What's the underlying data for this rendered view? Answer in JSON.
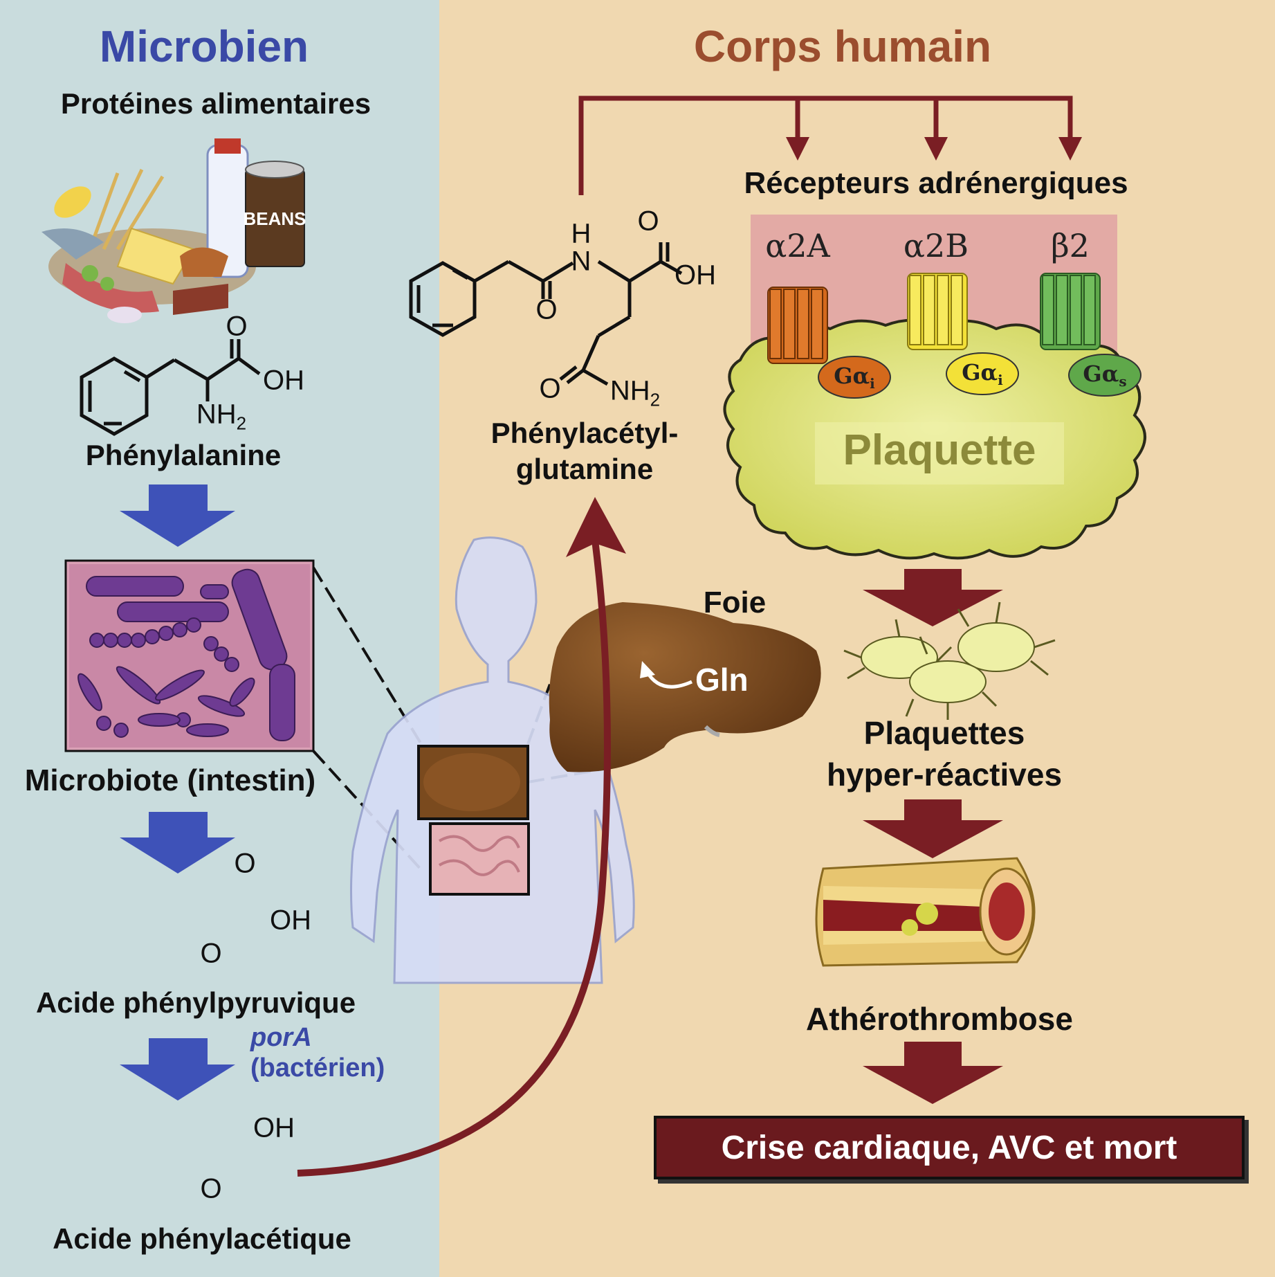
{
  "panels": {
    "left_title": "Microbien",
    "right_title": "Corps humain"
  },
  "microbial": {
    "dietary_proteins": "Protéines alimentaires",
    "phenylalanine": "Phénylalanine",
    "microbiota": "Microbiote (intestin)",
    "phenylpyruvic": "Acide phénylpyruvique",
    "pora_gene": "porA",
    "pora_source": "(bactérien)",
    "phenylacetic": "Acide phénylacétique",
    "food_can_label": "BEANS"
  },
  "human": {
    "pag_line1": "Phénylacétyl-",
    "pag_line2": "glutamine",
    "liver": "Foie",
    "gln": "Gln",
    "receptors_title": "Récepteurs adrénergiques",
    "receptors": [
      "α2A",
      "α2B",
      "β2"
    ],
    "g_proteins": [
      {
        "base": "Gα",
        "sub": "i"
      },
      {
        "base": "Gα",
        "sub": "i"
      },
      {
        "base": "Gα",
        "sub": "s"
      }
    ],
    "platelet": "Plaquette",
    "hyper_line1": "Plaquettes",
    "hyper_line2": "hyper-réactives",
    "atherothrombosis": "Athérothrombose",
    "outcome": "Crise cardiaque, AVC et mort"
  },
  "chem_atoms": {
    "O": "O",
    "OH": "OH",
    "N": "N",
    "H": "H",
    "NH2_base": "NH",
    "NH2_sub": "2"
  },
  "colors": {
    "left_bg": "#c9dcdd",
    "right_bg": "#f0d8b0",
    "blue_arrow": "#3e52b8",
    "dark_red": "#7a1e24",
    "liver": "#7a4a1e",
    "platelet": "#e1e580",
    "receptor_orange": "#d4691c",
    "receptor_yellow": "#f3e138",
    "receptor_green": "#5fa84a"
  }
}
